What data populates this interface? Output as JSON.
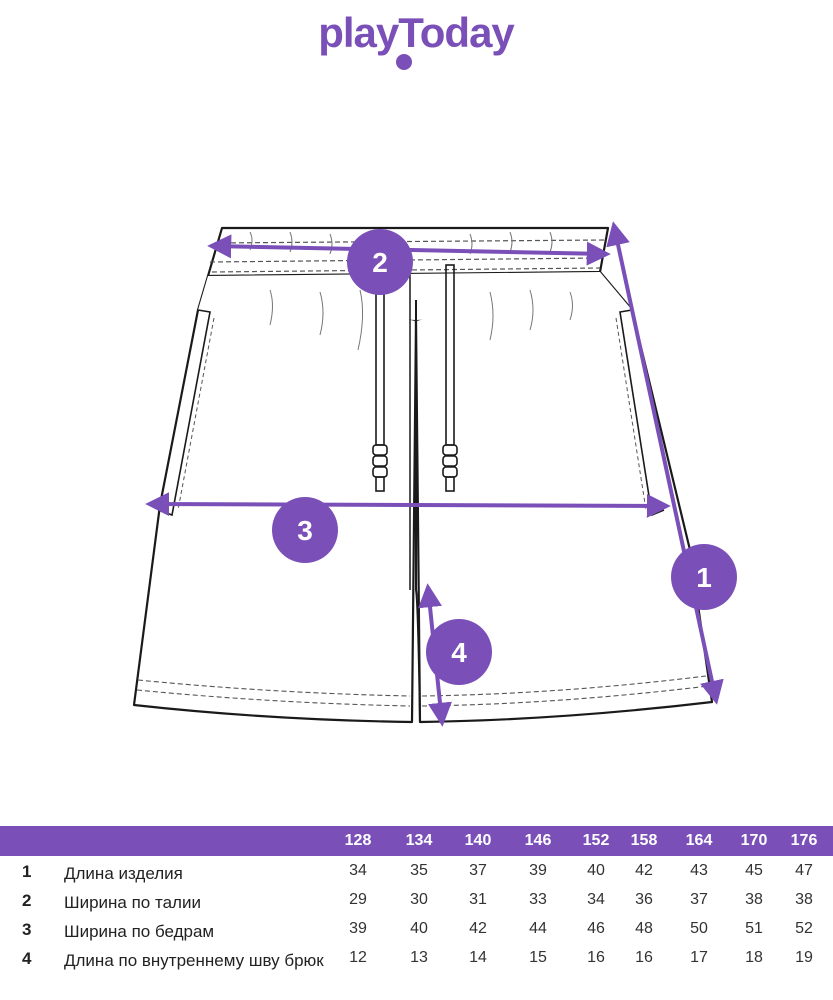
{
  "brand": {
    "name": "playToday",
    "color": "#7a4fb8"
  },
  "diagram": {
    "line_color": "#1a1a1a",
    "measure_color": "#7a4fb8",
    "markers": [
      "1",
      "2",
      "3",
      "4"
    ]
  },
  "table": {
    "header_color": "#7a4fb8",
    "sizes": [
      "128",
      "134",
      "140",
      "146",
      "152",
      "158",
      "164",
      "170",
      "176"
    ],
    "rows": [
      {
        "num": "1",
        "label": "Длина изделия",
        "values": [
          "34",
          "35",
          "37",
          "39",
          "40",
          "42",
          "43",
          "45",
          "47"
        ]
      },
      {
        "num": "2",
        "label": "Ширина по талии",
        "values": [
          "29",
          "30",
          "31",
          "33",
          "34",
          "36",
          "37",
          "38",
          "38"
        ]
      },
      {
        "num": "3",
        "label": "Ширина по бедрам",
        "values": [
          "39",
          "40",
          "42",
          "44",
          "46",
          "48",
          "50",
          "51",
          "52"
        ]
      },
      {
        "num": "4",
        "label": "Длина по внутреннему шву брюк",
        "values": [
          "12",
          "13",
          "14",
          "15",
          "16",
          "16",
          "17",
          "18",
          "19"
        ]
      }
    ]
  }
}
